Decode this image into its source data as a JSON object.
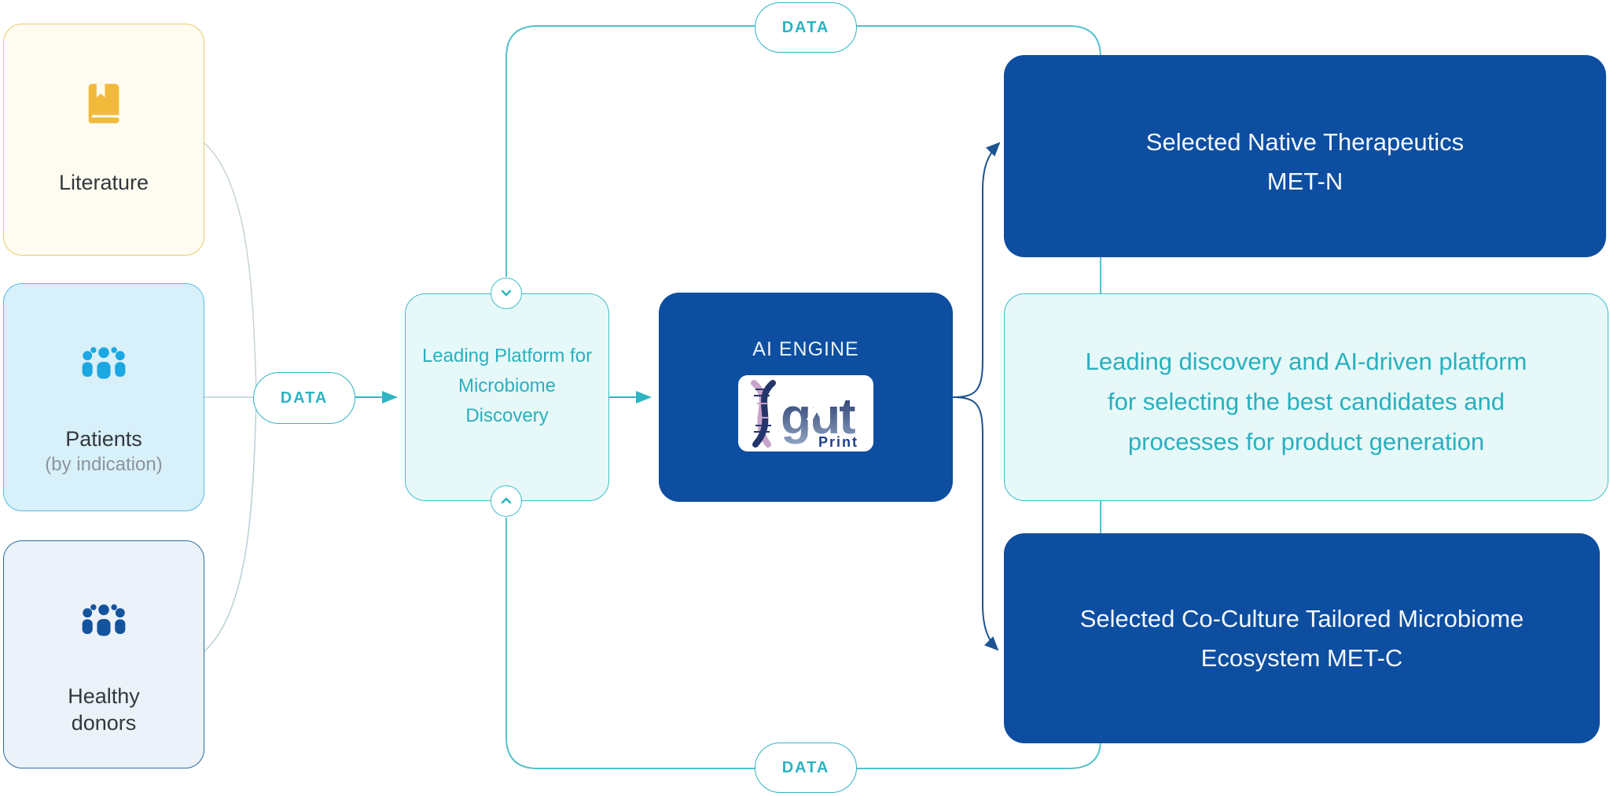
{
  "palette": {
    "dark_blue": "#0D4EA1",
    "teal_border": "#3FBFC9",
    "teal_text": "#29B0BE",
    "light_cyan_fill": "#E7F8F9",
    "literature_bg": "#FEFBF0",
    "literature_border": "#E6CD6E",
    "literature_icon": "#F2BA3A",
    "patients_bg": "#D8F0FA",
    "patients_border": "#55BCE5",
    "patients_icon": "#1BA7E2",
    "healthy_bg": "#ECF2F9",
    "healthy_border": "#2A6CA5",
    "healthy_icon": "#14549E",
    "connector_light": "#B5D2D5",
    "connector_navy": "#1E548F"
  },
  "sources": {
    "literature": {
      "label": "Literature",
      "icon": "book-icon"
    },
    "patients": {
      "label": "Patients",
      "sublabel": "(by indication)",
      "icon": "people-icon"
    },
    "healthy_donors": {
      "line1": "Healthy",
      "line2": "donors",
      "icon": "people-icon"
    }
  },
  "data_pills": {
    "left": "DATA",
    "top": "DATA",
    "bottom": "DATA"
  },
  "platform": {
    "lines": [
      "Leading Platform for",
      "Microbiome",
      "Discovery"
    ]
  },
  "ai_engine": {
    "title": "AI ENGINE",
    "logo_gut": "gut",
    "logo_print": "Print"
  },
  "outputs": {
    "met_n": {
      "line1": "Selected Native Therapeutics",
      "line2": "MET-N"
    },
    "description": {
      "lines": [
        "Leading discovery and AI-driven platform",
        "for selecting the best candidates and",
        "processes for product generation"
      ]
    },
    "met_c": {
      "line1": "Selected Co-Culture Tailored Microbiome",
      "line2": "Ecosystem MET-C"
    }
  }
}
